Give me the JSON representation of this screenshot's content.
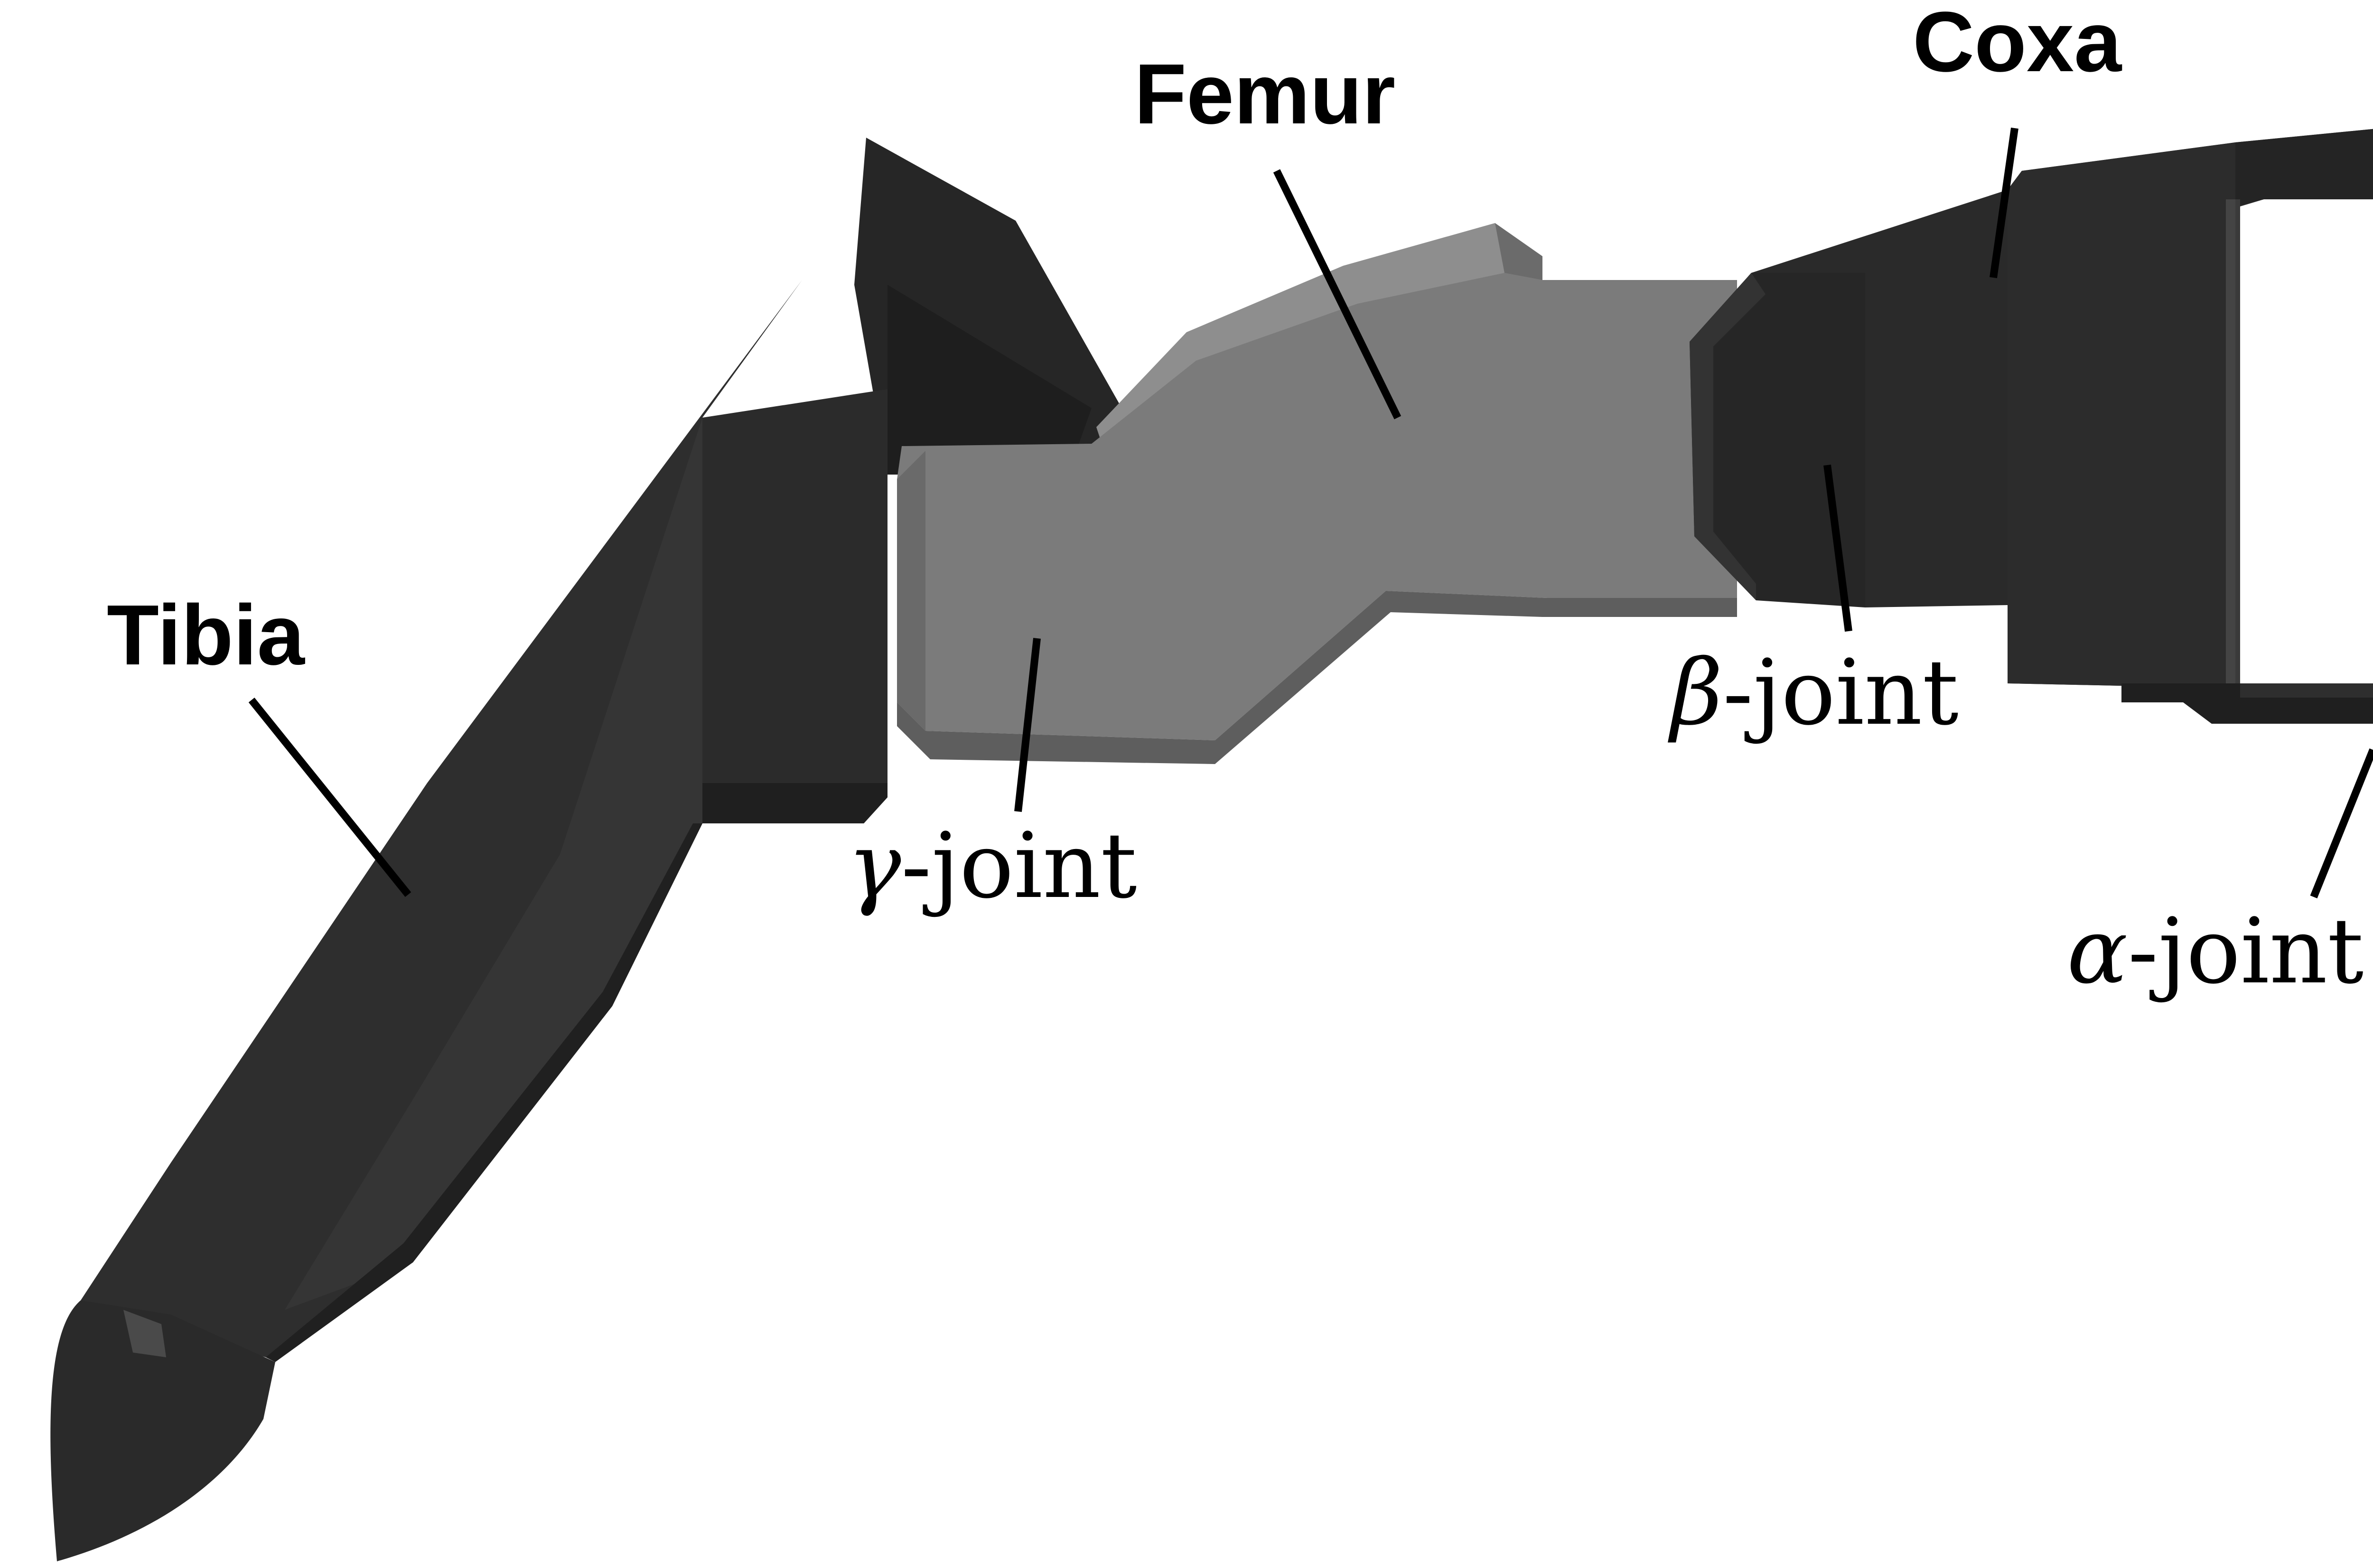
{
  "labels": {
    "coxa": "Coxa",
    "femur": "Femur",
    "tibia": "Tibia",
    "alpha_symbol": "α",
    "beta_symbol": "β",
    "gamma_symbol": "γ",
    "joint_suffix": "-joint"
  },
  "colors": {
    "dark_segment": "#2a2a2a",
    "dark_shadow": "#1c1c1c",
    "femur_gray": "#7b7b7b",
    "femur_edge": "#5e5e5e",
    "femur_highlight": "#8e8e8e",
    "background": "#ffffff"
  }
}
